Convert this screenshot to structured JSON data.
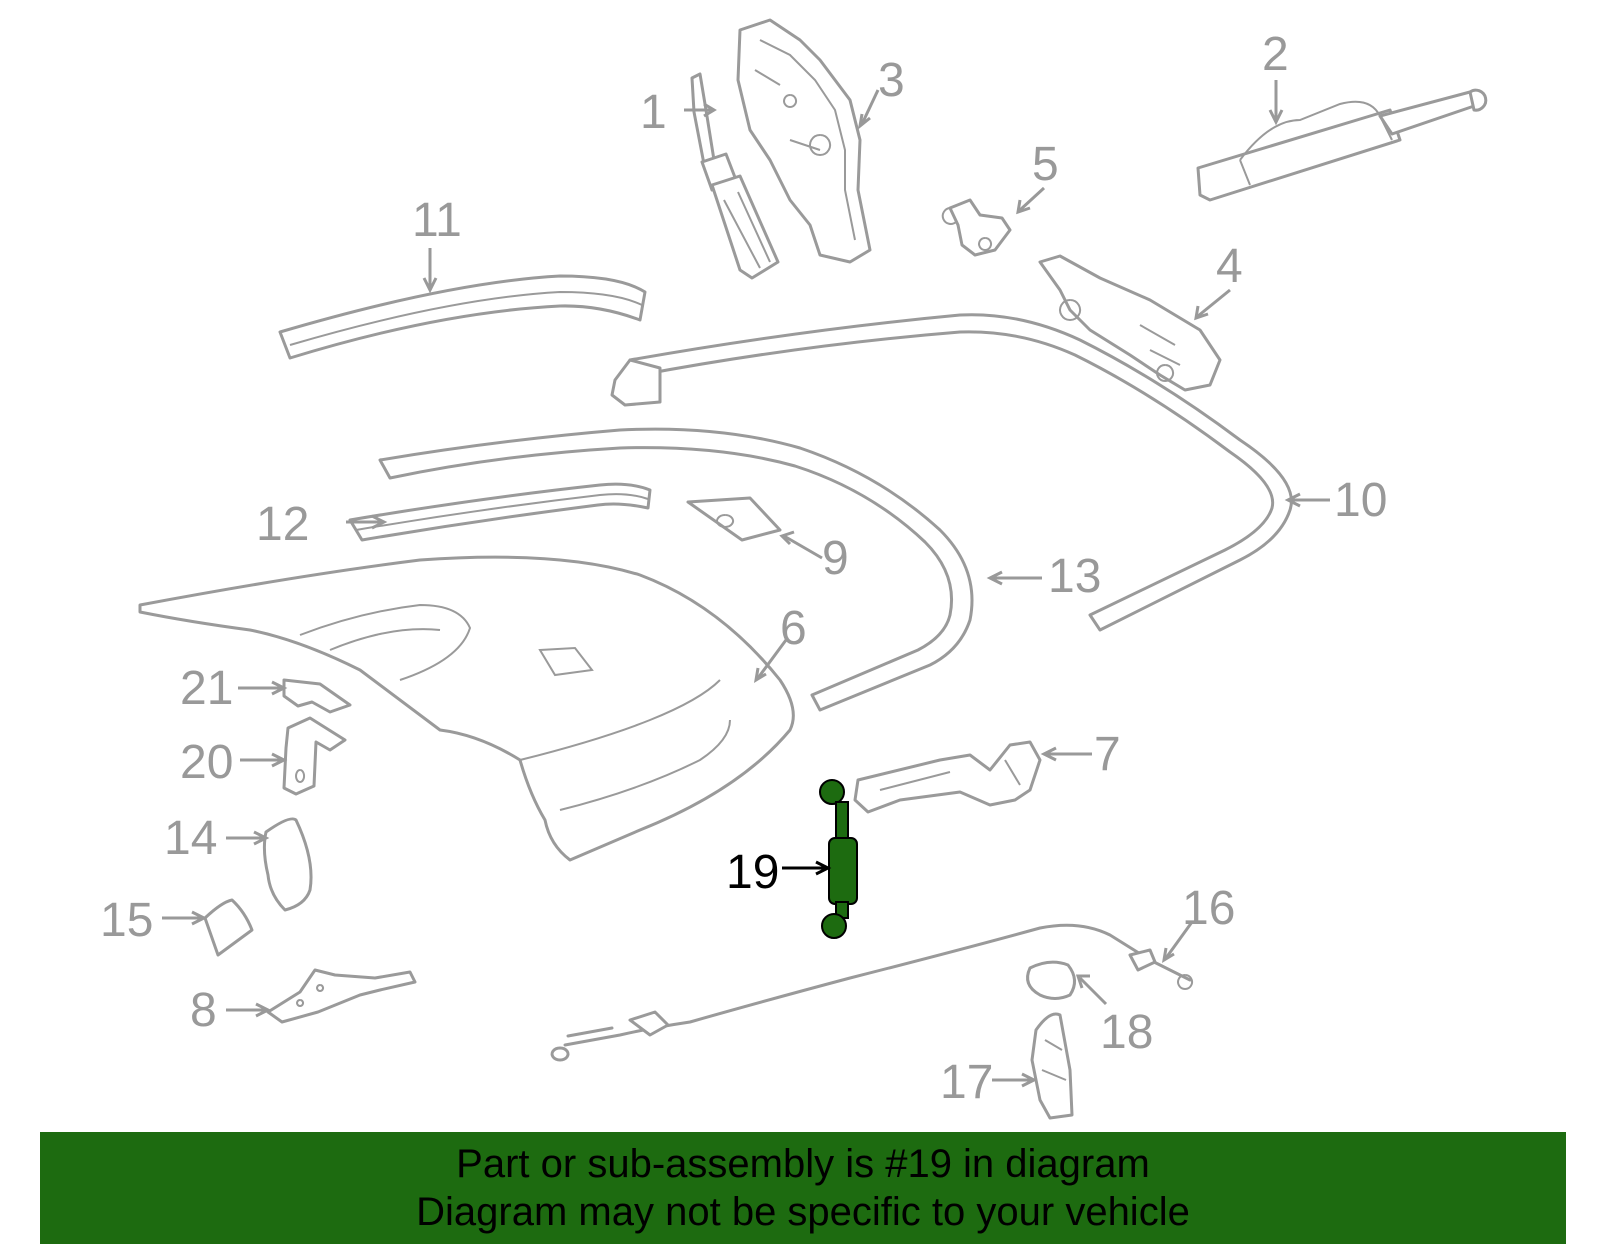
{
  "diagram": {
    "highlighted_part": "19",
    "callouts": [
      "1",
      "2",
      "3",
      "4",
      "5",
      "6",
      "7",
      "8",
      "9",
      "10",
      "11",
      "12",
      "13",
      "14",
      "15",
      "16",
      "17",
      "18",
      "19",
      "20",
      "21"
    ]
  },
  "colors": {
    "part_stroke": "#9a9a9a",
    "label_gray": "#999999",
    "highlight_part": "#1d6b10",
    "banner_bg": "#1d6b10",
    "banner_text": "#000000"
  },
  "banner": {
    "line1": "Part or sub-assembly is #19 in diagram",
    "line2": "Diagram may not be specific to your vehicle"
  }
}
